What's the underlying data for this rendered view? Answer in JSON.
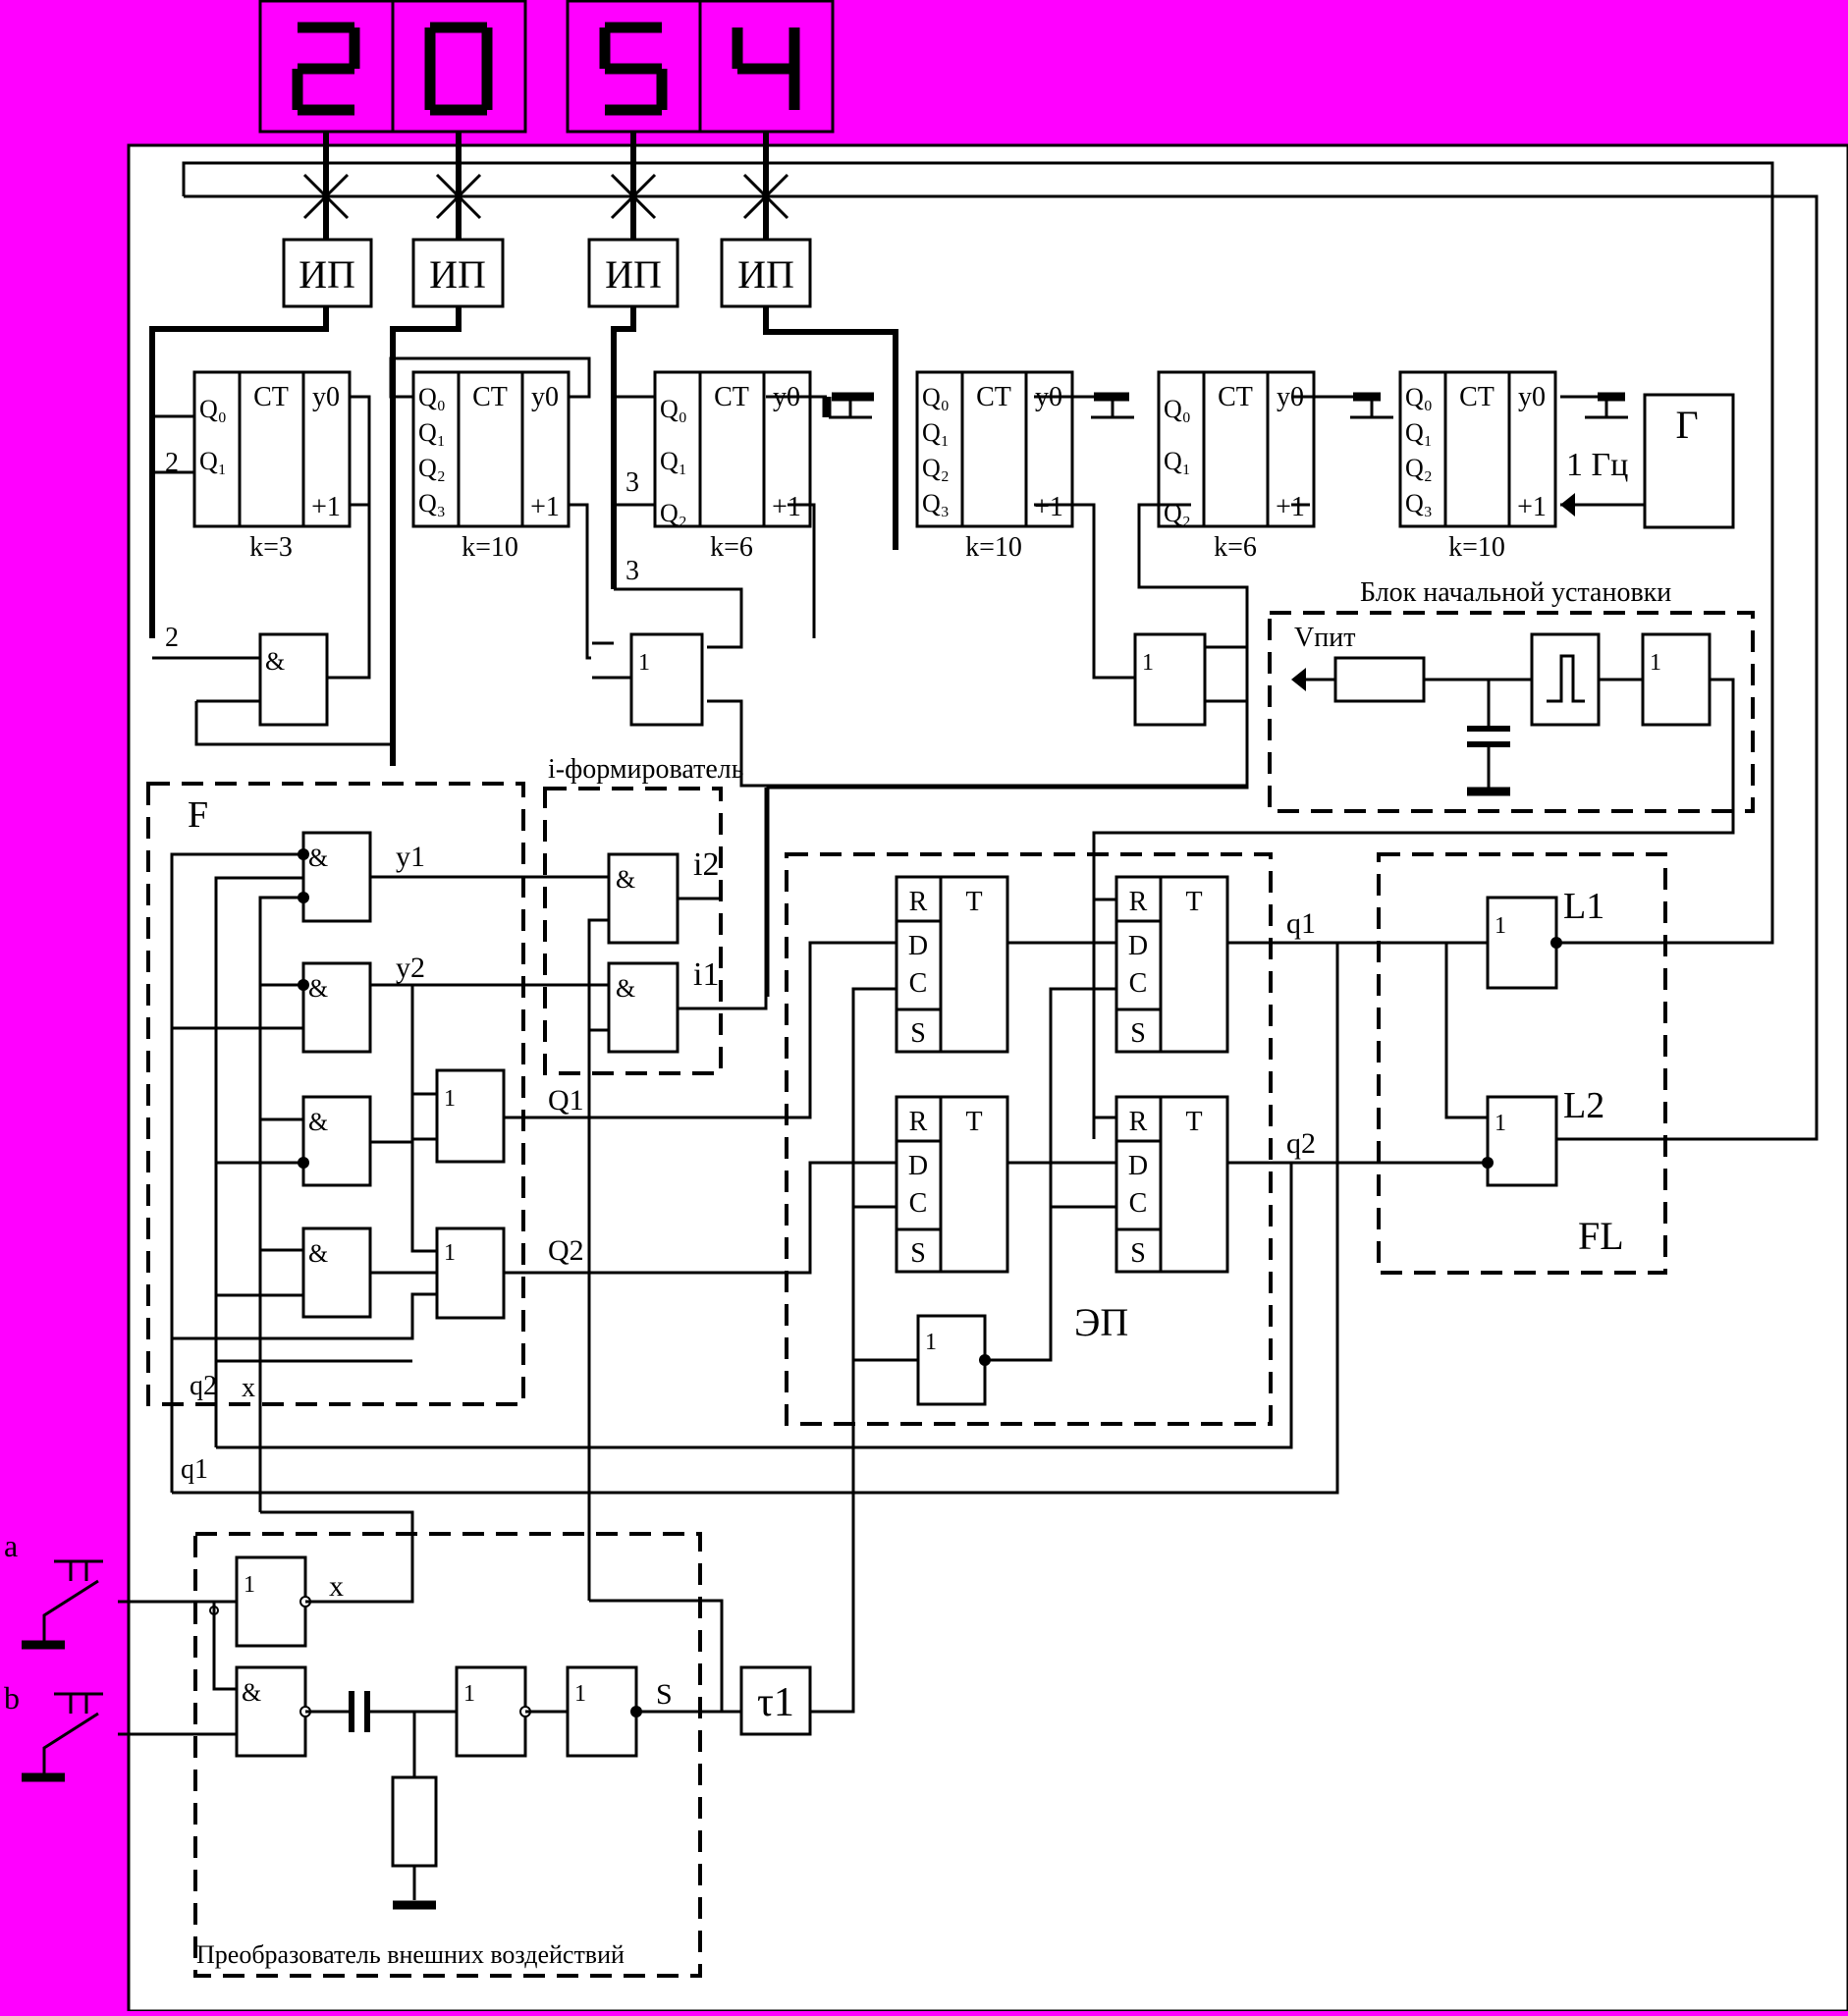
{
  "colors": {
    "background": "#ff00ff",
    "panel": "#ffffff",
    "ink": "#000000"
  },
  "display": {
    "digits": [
      "2",
      "0",
      "5",
      "4"
    ]
  },
  "ip_label": "ИП",
  "counters": [
    {
      "ct": "CT",
      "y0": "y0",
      "plus": "+1",
      "k": "k=3",
      "q": [
        "Q₀",
        "Q₁"
      ]
    },
    {
      "ct": "CT",
      "y0": "y0",
      "plus": "+1",
      "k": "k=10",
      "q": [
        "Q₀",
        "Q₁",
        "Q₂",
        "Q₃"
      ]
    },
    {
      "ct": "CT",
      "y0": "y0",
      "plus": "+1",
      "k": "k=6",
      "q": [
        "Q₀",
        "Q₁",
        "Q₂"
      ]
    },
    {
      "ct": "CT",
      "y0": "y0",
      "plus": "+1",
      "k": "k=10",
      "q": [
        "Q₀",
        "Q₁",
        "Q₂",
        "Q₃"
      ]
    },
    {
      "ct": "CT",
      "y0": "y0",
      "plus": "+1",
      "k": "k=6",
      "q": [
        "Q₀",
        "Q₁",
        "Q₂"
      ]
    },
    {
      "ct": "CT",
      "y0": "y0",
      "plus": "+1",
      "k": "k=10",
      "q": [
        "Q₀",
        "Q₁",
        "Q₂",
        "Q₃"
      ]
    }
  ],
  "generator": {
    "label": "Г",
    "freq": "1 Гц"
  },
  "wire_labels": {
    "two_a": "2",
    "two_b": "2",
    "three_a": "3",
    "three_b": "3"
  },
  "gates": {
    "and": "&",
    "or": "1"
  },
  "blocks": {
    "init": "Блок начальной установки",
    "vpit": "Vпит",
    "f": "F",
    "iform": "i-формирователь",
    "ep": "ЭП",
    "fl": "FL",
    "converter": "Преобразователь внешних воздействий"
  },
  "signals": {
    "y1": "y1",
    "y2": "y2",
    "i1": "i1",
    "i2": "i2",
    "Q1": "Q1",
    "Q2": "Q2",
    "q1": "q1",
    "q2": "q2",
    "L1": "L1",
    "L2": "L2",
    "x": "x",
    "S": "S",
    "tau": "τ1",
    "a": "a",
    "b": "b",
    "q2b": "q2",
    "xb": "x",
    "q1b": "q1"
  },
  "trigger": {
    "R": "R",
    "D": "D",
    "C": "C",
    "S": "S",
    "T": "T"
  }
}
